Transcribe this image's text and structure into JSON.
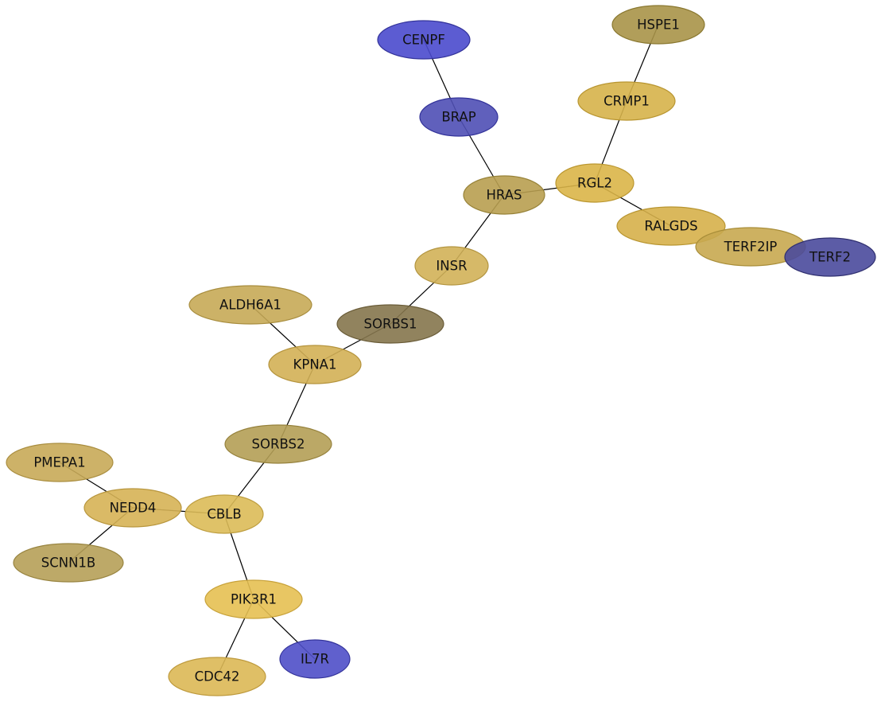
{
  "network": {
    "nodes": [
      {
        "id": "CENPF",
        "label": "CENPF",
        "fill": "#4a4acd",
        "stroke": "#33339a"
      },
      {
        "id": "HSPE1",
        "label": "HSPE1",
        "fill": "#a99448",
        "stroke": "#8a7830"
      },
      {
        "id": "BRAP",
        "label": "BRAP",
        "fill": "#4f4fb5",
        "stroke": "#33339a"
      },
      {
        "id": "CRMP1",
        "label": "CRMP1",
        "fill": "#d6b24a",
        "stroke": "#b89530"
      },
      {
        "id": "RGL2",
        "label": "RGL2",
        "fill": "#dab548",
        "stroke": "#bb9730"
      },
      {
        "id": "HRAS",
        "label": "HRAS",
        "fill": "#b89f50",
        "stroke": "#978238"
      },
      {
        "id": "RALGDS",
        "label": "RALGDS",
        "fill": "#d6b04a",
        "stroke": "#b89530"
      },
      {
        "id": "TERF2IP",
        "label": "TERF2IP",
        "fill": "#c8a950",
        "stroke": "#a88d38"
      },
      {
        "id": "TERF2",
        "label": "TERF2",
        "fill": "#4a4a9c",
        "stroke": "#303070"
      },
      {
        "id": "INSR",
        "label": "INSR",
        "fill": "#d1b158",
        "stroke": "#b39540"
      },
      {
        "id": "ALDH6A1",
        "label": "ALDH6A1",
        "fill": "#c6aa56",
        "stroke": "#a88d3e"
      },
      {
        "id": "SORBS1",
        "label": "SORBS1",
        "fill": "#85754c",
        "stroke": "#6a5c38"
      },
      {
        "id": "KPNA1",
        "label": "KPNA1",
        "fill": "#d3b055",
        "stroke": "#b5943d"
      },
      {
        "id": "SORBS2",
        "label": "SORBS2",
        "fill": "#b49e55",
        "stroke": "#96823d"
      },
      {
        "id": "PMEPA1",
        "label": "PMEPA1",
        "fill": "#c8aa58",
        "stroke": "#aa8e40"
      },
      {
        "id": "NEDD4",
        "label": "NEDD4",
        "fill": "#d6b355",
        "stroke": "#b8963d"
      },
      {
        "id": "CBLB",
        "label": "CBLB",
        "fill": "#dcbb58",
        "stroke": "#be9e40"
      },
      {
        "id": "SCNN1B",
        "label": "SCNN1B",
        "fill": "#b6a058",
        "stroke": "#988440"
      },
      {
        "id": "PIK3R1",
        "label": "PIK3R1",
        "fill": "#e6c052",
        "stroke": "#c8a23a"
      },
      {
        "id": "IL7R",
        "label": "IL7R",
        "fill": "#4f4fc8",
        "stroke": "#33339a"
      },
      {
        "id": "CDC42",
        "label": "CDC42",
        "fill": "#dcb855",
        "stroke": "#be9a3d"
      }
    ],
    "edges": [
      [
        "CENPF",
        "BRAP"
      ],
      [
        "BRAP",
        "HRAS"
      ],
      [
        "HSPE1",
        "CRMP1"
      ],
      [
        "CRMP1",
        "RGL2"
      ],
      [
        "HRAS",
        "RGL2"
      ],
      [
        "RGL2",
        "RALGDS"
      ],
      [
        "HRAS",
        "INSR"
      ],
      [
        "INSR",
        "SORBS1"
      ],
      [
        "SORBS1",
        "KPNA1"
      ],
      [
        "ALDH6A1",
        "KPNA1"
      ],
      [
        "KPNA1",
        "SORBS2"
      ],
      [
        "SORBS2",
        "CBLB"
      ],
      [
        "NEDD4",
        "CBLB"
      ],
      [
        "PMEPA1",
        "NEDD4"
      ],
      [
        "NEDD4",
        "SCNN1B"
      ],
      [
        "CBLB",
        "PIK3R1"
      ],
      [
        "PIK3R1",
        "IL7R"
      ],
      [
        "PIK3R1",
        "CDC42"
      ]
    ]
  }
}
